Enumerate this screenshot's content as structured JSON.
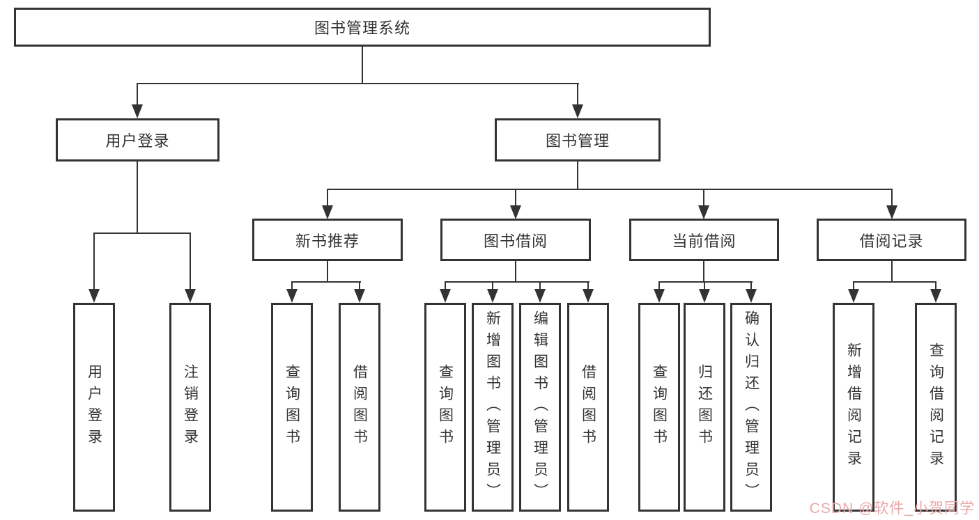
{
  "diagram": {
    "root": {
      "label": "图书管理系统"
    },
    "branches": [
      {
        "label": "用户登录",
        "children": [
          {
            "label": "用户登录"
          },
          {
            "label": "注销登录"
          }
        ]
      },
      {
        "label": "图书管理",
        "sections": [
          {
            "label": "新书推荐",
            "children": [
              {
                "label": "查询图书"
              },
              {
                "label": "借阅图书"
              }
            ]
          },
          {
            "label": "图书借阅",
            "children": [
              {
                "label": "查询图书"
              },
              {
                "label": "新增图书（管理员）"
              },
              {
                "label": "编辑图书（管理员）"
              },
              {
                "label": "借阅图书"
              }
            ]
          },
          {
            "label": "当前借阅",
            "children": [
              {
                "label": "查询图书"
              },
              {
                "label": "归还图书"
              },
              {
                "label": "确认归还（管理员）"
              }
            ]
          },
          {
            "label": "借阅记录",
            "children": [
              {
                "label": "新增借阅记录"
              },
              {
                "label": "查询借阅记录"
              }
            ]
          }
        ]
      }
    ]
  },
  "watermark": {
    "text": "CSDN @软件_小贺同学",
    "color": "#eaa9a9"
  },
  "colors": {
    "line": "#333333",
    "box_border": "#333333",
    "text": "#333333",
    "background": "#ffffff"
  }
}
